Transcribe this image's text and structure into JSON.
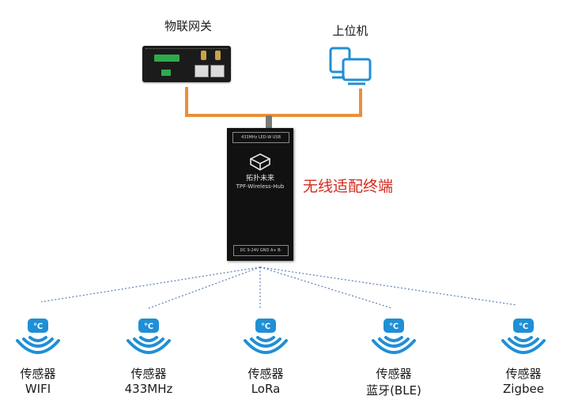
{
  "gateway": {
    "label": "物联网关"
  },
  "host": {
    "label": "上位机"
  },
  "hub": {
    "label": "无线适配终端",
    "brand_text": "拓扑未来",
    "model_text": "TPF-Wireless-Hub",
    "top_print": "433MHz  LED-W  USB",
    "bottom_print": "DC 9-24V  GND  A+  B-"
  },
  "sensor_symbol": "℃",
  "sensors": [
    {
      "name": "传感器",
      "type": "WIFI"
    },
    {
      "name": "传感器",
      "type": "433MHz"
    },
    {
      "name": "传感器",
      "type": "LoRa"
    },
    {
      "name": "传感器",
      "type": "蓝牙(BLE)"
    },
    {
      "name": "传感器",
      "type": "Zigbee"
    }
  ],
  "colors": {
    "link_orange": "#e8903a",
    "sensor_blue": "#1f8fd6",
    "hub_label_red": "#d22a1e",
    "dotted_line": "#5b7fb0"
  }
}
